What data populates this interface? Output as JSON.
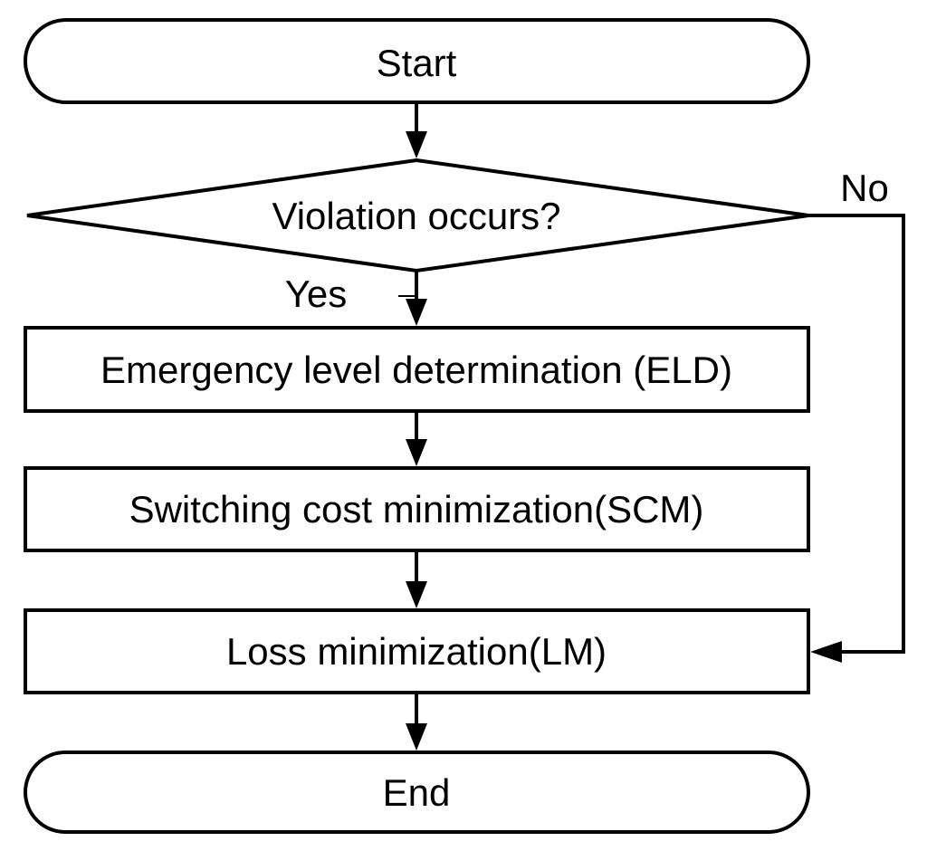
{
  "nodes": {
    "start": "Start",
    "decision": "Violation occurs?",
    "eld": "Emergency level determination (ELD)",
    "scm": "Switching cost minimization(SCM)",
    "lm": "Loss minimization(LM)",
    "end": "End"
  },
  "edges": {
    "yes": "Yes",
    "no": "No"
  }
}
